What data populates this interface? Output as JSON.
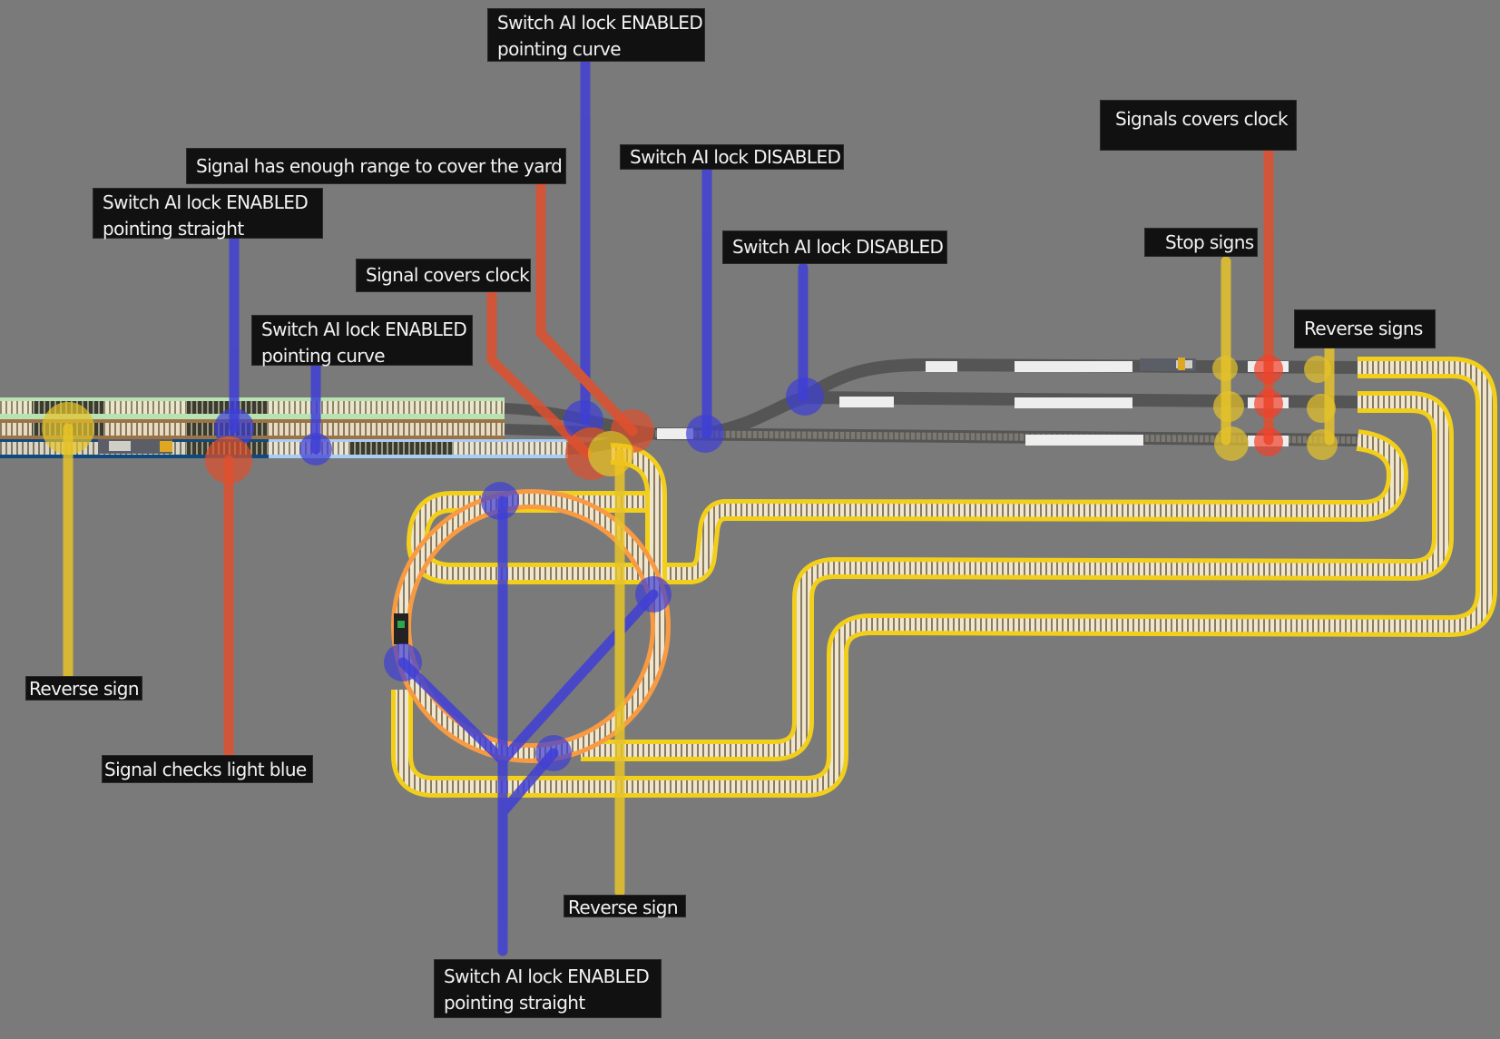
{
  "colors": {
    "background": "#7a7a7a",
    "switch_marker": "#3f3fd6",
    "signal_marker": "#e0502e",
    "sign_marker": "#e6c32a",
    "track_highlight_yellow": "#f2cf1a",
    "track_highlight_orange": "#f79a42",
    "yard_green": "#b7e3b2",
    "yard_brown": "#9c7346",
    "yard_dark_blue": "#0e4a80",
    "yard_light_blue": "#a9cdf5",
    "label_bg": "#111111",
    "label_text": "#f2f2f2"
  },
  "labels": [
    {
      "id": "switch-top-curve",
      "lines": [
        "Switch AI lock ENABLED",
        "pointing curve"
      ],
      "kind": "switch"
    },
    {
      "id": "signal-range-yard",
      "lines": [
        "Signal has enough range to cover the yard"
      ],
      "kind": "signal"
    },
    {
      "id": "switch-left-straight",
      "lines": [
        "Switch AI lock ENABLED",
        "pointing straight"
      ],
      "kind": "switch"
    },
    {
      "id": "switch-disabled-1",
      "lines": [
        "Switch AI lock DISABLED"
      ],
      "kind": "switch"
    },
    {
      "id": "switch-disabled-2",
      "lines": [
        "Switch AI lock DISABLED"
      ],
      "kind": "switch"
    },
    {
      "id": "signal-covers-clock",
      "lines": [
        "Signal covers clock"
      ],
      "kind": "signal"
    },
    {
      "id": "switch-left-curve",
      "lines": [
        "Switch AI lock ENABLED",
        "pointing curve"
      ],
      "kind": "switch"
    },
    {
      "id": "signals-covers-clock",
      "lines": [
        "Signals covers clock"
      ],
      "kind": "signal"
    },
    {
      "id": "stop-signs",
      "lines": [
        "Stop signs"
      ],
      "kind": "sign"
    },
    {
      "id": "reverse-signs",
      "lines": [
        "Reverse signs"
      ],
      "kind": "sign"
    },
    {
      "id": "reverse-sign-left",
      "lines": [
        "Reverse sign"
      ],
      "kind": "sign"
    },
    {
      "id": "signal-checks-light-blue",
      "lines": [
        "Signal checks light blue"
      ],
      "kind": "signal"
    },
    {
      "id": "reverse-sign-bottom",
      "lines": [
        "Reverse sign"
      ],
      "kind": "sign"
    },
    {
      "id": "switch-bottom-straight",
      "lines": [
        "Switch AI lock ENABLED",
        "pointing straight"
      ],
      "kind": "switch"
    }
  ]
}
